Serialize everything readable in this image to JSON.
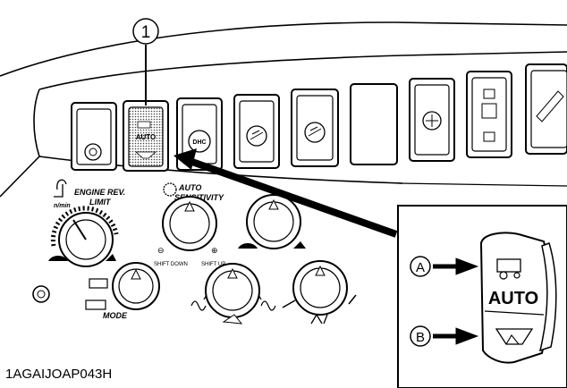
{
  "callout": {
    "number": "1"
  },
  "panel": {
    "switch_labels": {
      "auto": "AUTO",
      "dhc": "DHC"
    },
    "engine": {
      "line1": "ENGINE REV.",
      "line2": "LIMIT",
      "unit": "n/min"
    },
    "sensitivity": {
      "line1": "AUTO",
      "line2": "SENSITIVITY"
    },
    "shift": {
      "down": "SHIFT DOWN",
      "up": "SHIFT UP"
    },
    "mode": "MODE"
  },
  "inset": {
    "marker_a": "A",
    "marker_b": "B",
    "switch_text": "AUTO"
  },
  "footer": {
    "code": "1AGAIJOAP043H"
  }
}
